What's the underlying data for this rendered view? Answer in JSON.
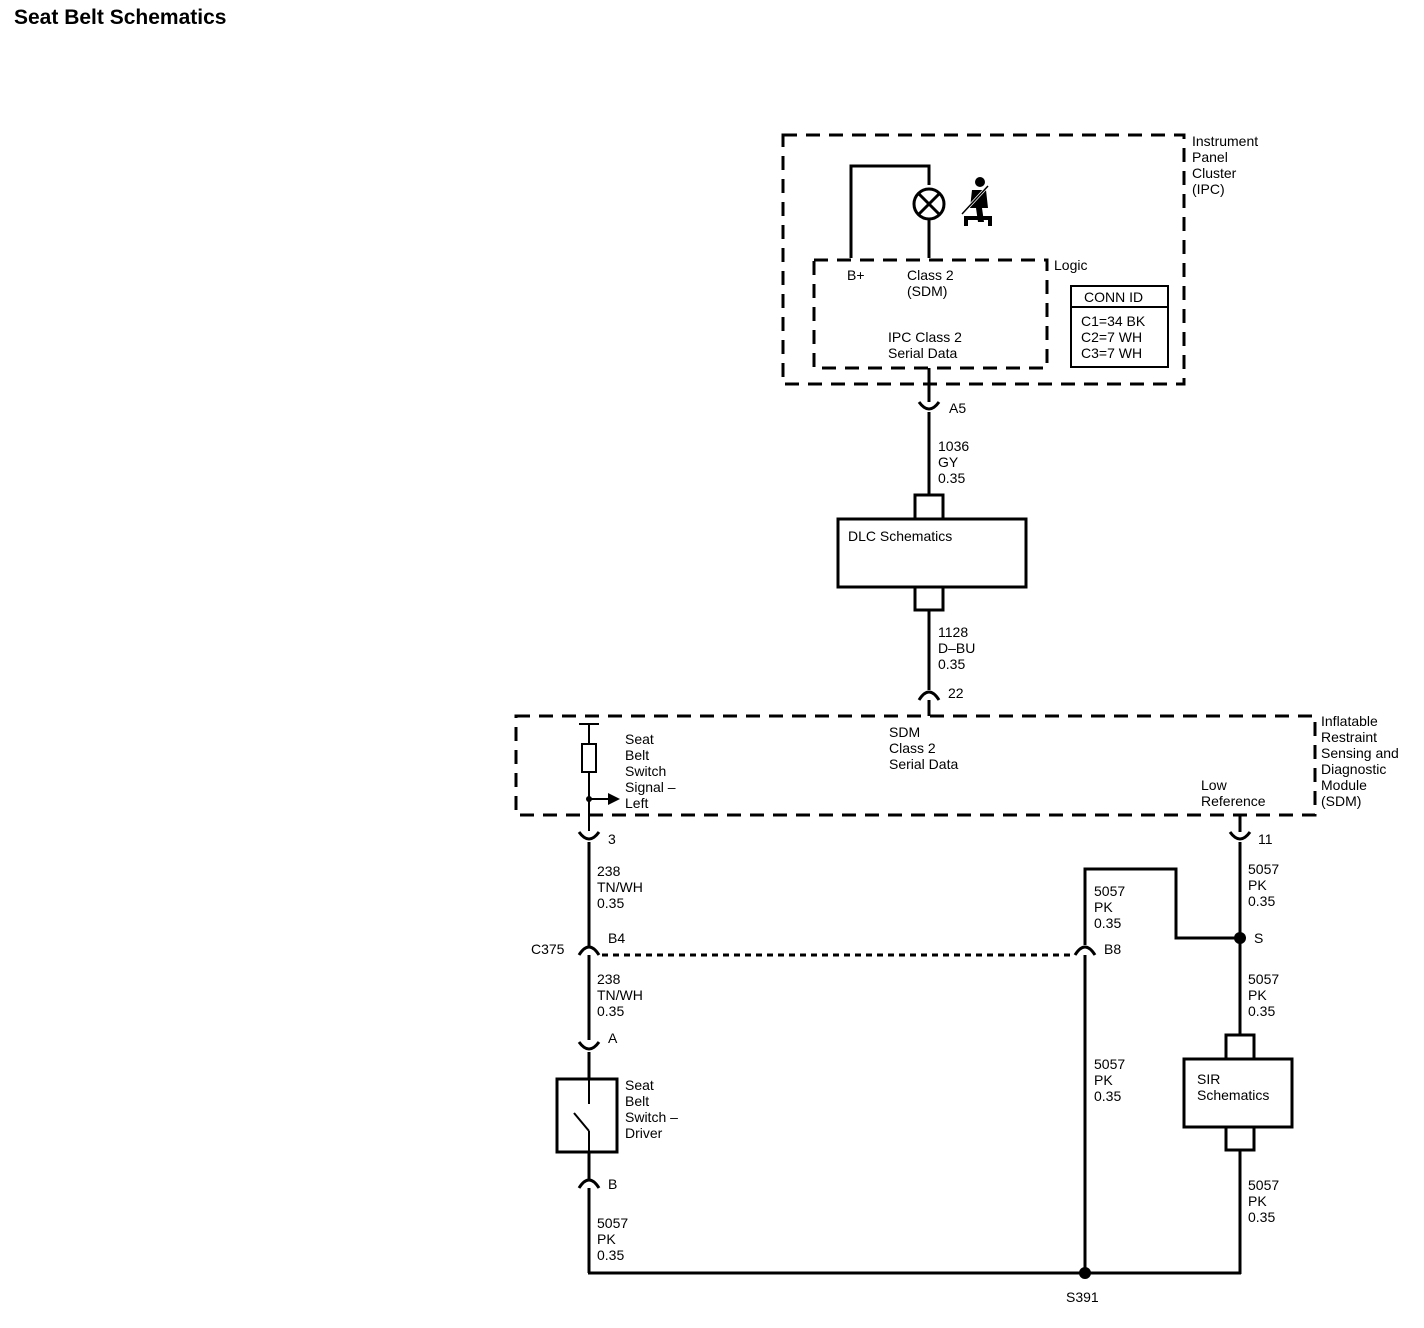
{
  "page": {
    "title": "Seat Belt Schematics"
  },
  "ipc": {
    "module_name": [
      "Instrument",
      "Panel",
      "Cluster",
      "(IPC)"
    ],
    "logic_label": "Logic",
    "b_plus": "B+",
    "class2_line1": "Class 2",
    "class2_line2": "(SDM)",
    "serial_line1": "IPC Class 2",
    "serial_line2": "Serial Data",
    "conn_title": "CONN ID",
    "conn_rows": [
      "C1=34 BK",
      "C2=7 WH",
      "C3=7 WH"
    ],
    "icon": "seat-belt-telltale-icon"
  },
  "connectors": {
    "a5": "A5",
    "pin22": "22",
    "pin3": "3",
    "pin11": "11",
    "c375": "C375",
    "b4": "B4",
    "b8": "B8",
    "a": "A",
    "b": "B"
  },
  "wires": {
    "w1036": [
      "1036",
      "GY",
      "0.35"
    ],
    "w1128": [
      "1128",
      "D–BU",
      "0.35"
    ],
    "w238_upper": [
      "238",
      "TN/WH",
      "0.35"
    ],
    "w238_lower": [
      "238",
      "TN/WH",
      "0.35"
    ],
    "w5057_right_top": [
      "5057",
      "PK",
      "0.35"
    ],
    "w5057_mid_top": [
      "5057",
      "PK",
      "0.35"
    ],
    "w5057_right_mid": [
      "5057",
      "PK",
      "0.35"
    ],
    "w5057_mid_low": [
      "5057",
      "PK",
      "0.35"
    ],
    "w5057_right_low": [
      "5057",
      "PK",
      "0.35"
    ],
    "w5057_left_low": [
      "5057",
      "PK",
      "0.35"
    ]
  },
  "dlc": {
    "label": "DLC Schematics"
  },
  "sdm": {
    "module_name": [
      "Inflatable",
      "Restraint",
      "Sensing and",
      "Diagnostic",
      "Module",
      "(SDM)"
    ],
    "serial_lines": [
      "SDM",
      "Class 2",
      "Serial Data"
    ],
    "switch_signal": [
      "Seat",
      "Belt",
      "Switch",
      "Signal –",
      "Left"
    ],
    "low_ref": [
      "Low",
      "Reference"
    ]
  },
  "seat_switch": {
    "label": [
      "Seat",
      "Belt",
      "Switch –",
      "Driver"
    ]
  },
  "sir": {
    "label": [
      "SIR",
      "Schematics"
    ]
  },
  "splices": {
    "s": "S",
    "s391": "S391"
  }
}
